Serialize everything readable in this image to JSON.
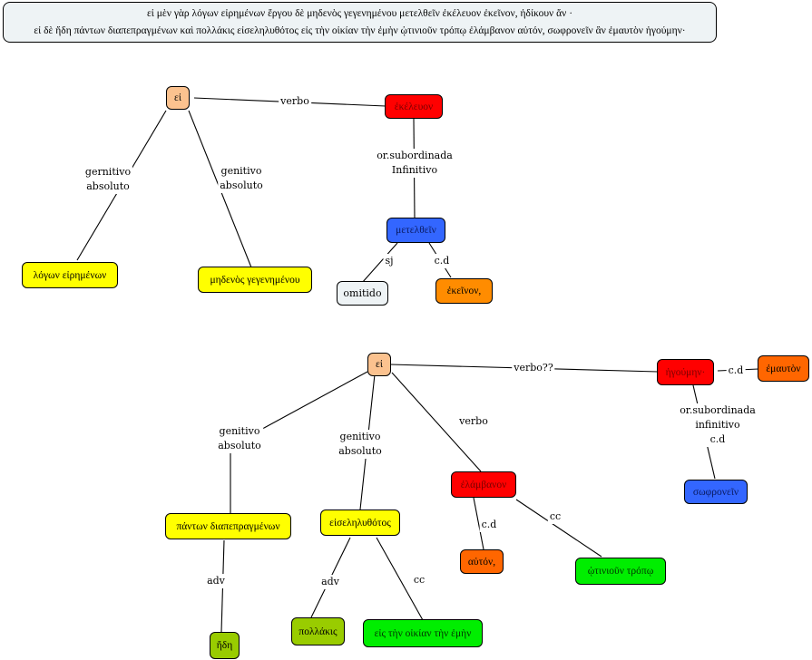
{
  "header": {
    "line1": "εἰ μὲν γὰρ λόγων εἰρημένων  ἔργου δὲ μηδενὸς γεγενημένου μετελθεῖν ἐκέλευον ἐκεῖνον, ἠδίκουν ἄν ·",
    "line2": "εἰ δὲ ἤδη πάντων διαπεπραγμένων καὶ πολλάκις εἰσεληλυθότος  εἰς τὴν οἰκίαν τὴν ἐμὴν ᾡτινιοῦν τρόπῳ ἐλάμβανον αὐτόν, σωφρονεῖν ἂν ἐμαυτὸν ἡγούμην·"
  },
  "nodes": {
    "ei1": "εἰ",
    "ekeleuon": "ἐκέλευον",
    "logon": "λόγων εἰρημένων",
    "medenos": "μηδενὸς γεγενημένου",
    "metelthein": "μετελθεῖν",
    "omitido": "omitido",
    "ekeinon": "ἐκεῖνον,",
    "ei2": "εἰ",
    "egoumen": "ἡγούμην·",
    "emauton": "ἐμαυτὸν",
    "sophronein": "σωφρονεῖν",
    "elambanon": "ἐλάμβανον",
    "panton": "πάντων διαπεπραγμένων",
    "eiselelythotos": "εἰσεληλυθότος",
    "auton": "αὐτόν,",
    "hotinioun": "ᾡτινιοῦν τρόπῳ",
    "ede": "ἤδη",
    "pollakis": "πολλάκις",
    "eis_oikian": "εἰς τὴν οἰκίαν τὴν ἐμὴν"
  },
  "links": {
    "verbo1": "verbo",
    "gen1": "gernitivo\nabsoluto",
    "gen2": "genitivo\nabsoluto",
    "orsub1": "or.subordinada\nInfinitivo",
    "sj": "sj",
    "cd1": "c.d",
    "verbo2": "verbo??",
    "cd2": "c.d",
    "orsub2": "or.subordinada\ninfinitivo\nc.d",
    "gen3": "genitivo\nabsoluto",
    "gen4": "genitivo\nabsoluto",
    "verbo3": "verbo",
    "cd3": "c.d",
    "cc1": "cc",
    "adv1": "adv",
    "adv2": "adv",
    "cc2": "cc"
  }
}
